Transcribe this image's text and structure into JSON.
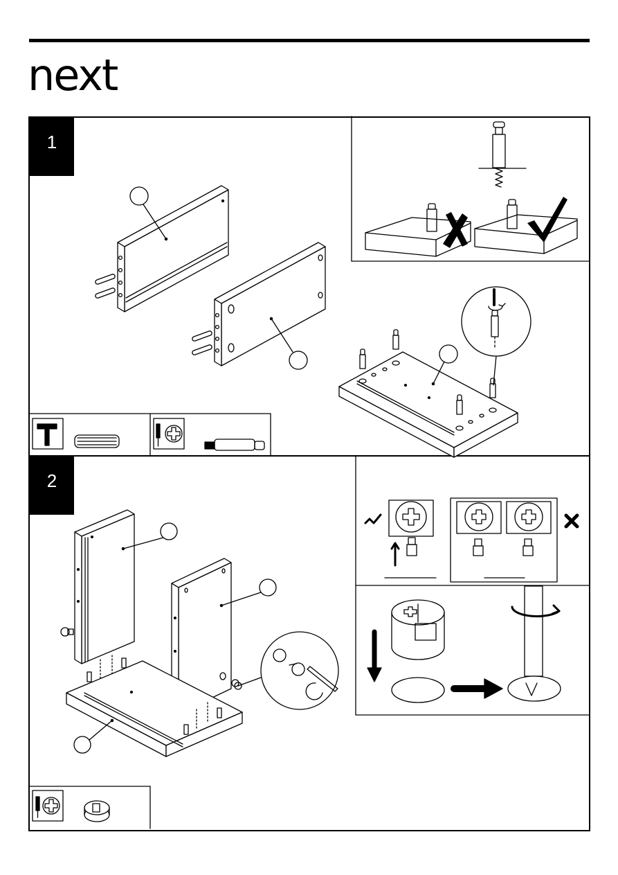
{
  "brand": {
    "logo_text": "next"
  },
  "steps": [
    {
      "number": "1"
    },
    {
      "number": "2"
    }
  ],
  "icons": {
    "hammer": "hammer-icon",
    "screwdriver": "screwdriver-icon",
    "phillips": "phillips-head-icon",
    "check": "check-mark-icon",
    "cross": "cross-mark-icon",
    "rotate": "rotate-arrow-icon"
  },
  "colors": {
    "ink": "#000000",
    "paper": "#ffffff"
  }
}
